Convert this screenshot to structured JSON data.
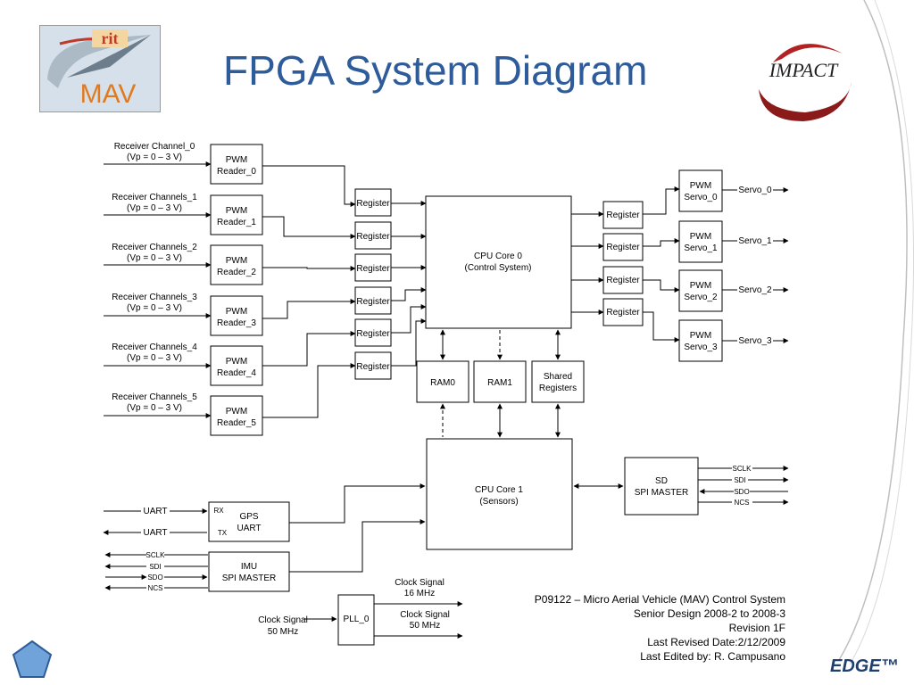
{
  "slide": {
    "title": "FPGA System Diagram",
    "logo_left_text_top": "rit",
    "logo_left_text_bottom": "MAV",
    "logo_right_text": "IMPACT",
    "edge_label": "EDGE™"
  },
  "inputs": [
    {
      "line1": "Receiver Channel_0",
      "line2": "(Vp = 0 – 3 V)"
    },
    {
      "line1": "Receiver Channels_1",
      "line2": "(Vp = 0 – 3 V)"
    },
    {
      "line1": "Receiver Channels_2",
      "line2": "(Vp = 0 – 3 V)"
    },
    {
      "line1": "Receiver Channels_3",
      "line2": "(Vp = 0 – 3 V)"
    },
    {
      "line1": "Receiver Channels_4",
      "line2": "(Vp = 0 – 3 V)"
    },
    {
      "line1": "Receiver Channels_5",
      "line2": "(Vp = 0 – 3 V)"
    }
  ],
  "pwm_readers": [
    {
      "line1": "PWM",
      "line2": "Reader_0"
    },
    {
      "line1": "PWM",
      "line2": "Reader_1"
    },
    {
      "line1": "PWM",
      "line2": "Reader_2"
    },
    {
      "line1": "PWM",
      "line2": "Reader_3"
    },
    {
      "line1": "PWM",
      "line2": "Reader_4"
    },
    {
      "line1": "PWM",
      "line2": "Reader_5"
    }
  ],
  "register_label": "Register",
  "cpu0": {
    "line1": "CPU Core 0",
    "line2": "(Control System)"
  },
  "cpu1": {
    "line1": "CPU Core 1",
    "line2": "(Sensors)"
  },
  "ram0": "RAM0",
  "ram1": "RAM1",
  "shared": {
    "line1": "Shared",
    "line2": "Registers"
  },
  "servos": [
    {
      "line1": "PWM",
      "line2": "Servo_0",
      "out": "Servo_0"
    },
    {
      "line1": "PWM",
      "line2": "Servo_1",
      "out": "Servo_1"
    },
    {
      "line1": "PWM",
      "line2": "Servo_2",
      "out": "Servo_2"
    },
    {
      "line1": "PWM",
      "line2": "Servo_3",
      "out": "Servo_3"
    }
  ],
  "sd": {
    "line1": "SD",
    "line2": "SPI MASTER",
    "signals": [
      "SCLK",
      "SDI",
      "SDO",
      "NCS"
    ]
  },
  "gps": {
    "line1": "GPS",
    "line2": "UART",
    "rx": "RX",
    "tx": "TX",
    "uart1": "UART",
    "uart2": "UART"
  },
  "imu": {
    "line1": "IMU",
    "line2": "SPI MASTER",
    "signals": [
      "SCLK",
      "SDI",
      "SDO",
      "NCS"
    ]
  },
  "pll": {
    "label": "PLL_0",
    "in_line1": "Clock Signal",
    "in_line2": "50 MHz",
    "out1_line1": "Clock Signal",
    "out1_line2": "16 MHz",
    "out2_line1": "Clock Signal",
    "out2_line2": "50 MHz"
  },
  "info": [
    "P09122 – Micro Aerial Vehicle (MAV) Control System",
    "Senior Design 2008-2 to 2008-3",
    "Revision 1F",
    "Last Revised Date:2/12/2009",
    "Last Edited by: R. Campusano"
  ]
}
